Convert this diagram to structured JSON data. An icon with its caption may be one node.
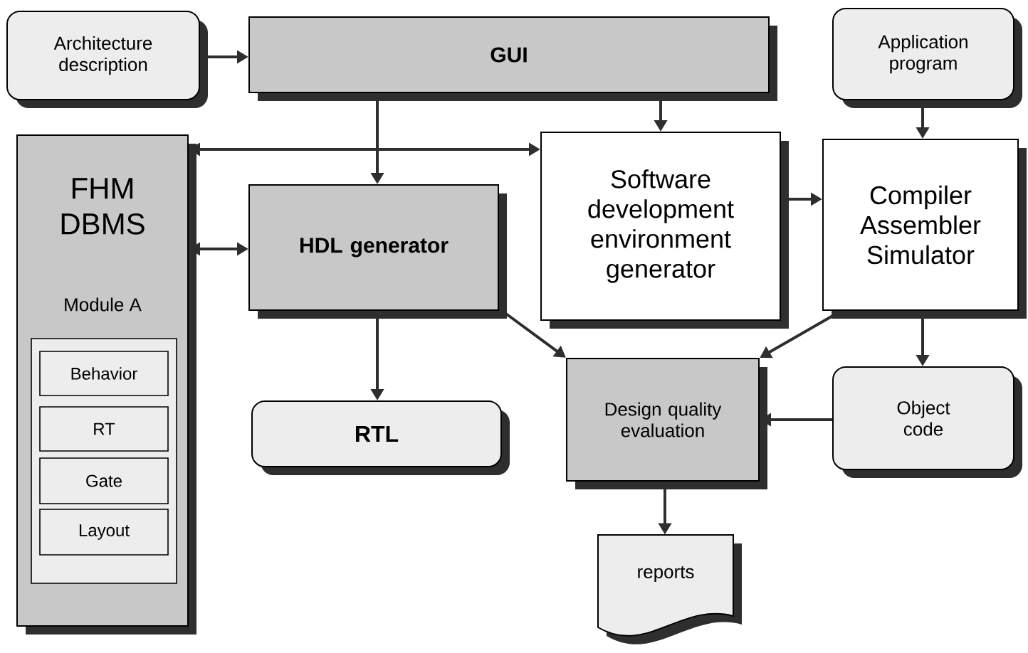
{
  "diagram": {
    "nodes": [
      {
        "text": [
          "Architecture description"
        ]
      },
      {
        "text": [
          "GUI"
        ]
      },
      {
        "text": [
          "Application program"
        ]
      },
      {
        "text": [
          "FHM DBMS",
          "Module A"
        ]
      },
      {
        "text": [
          "Behavior"
        ],
        "in": 3
      },
      {
        "text": [
          "RT"
        ],
        "in": 3
      },
      {
        "text": [
          "Gate"
        ],
        "in": 3
      },
      {
        "text": [
          "Layout"
        ],
        "in": 3
      },
      {
        "text": [
          "HDL generator"
        ]
      },
      {
        "text": [
          "Software development environment generator"
        ]
      },
      {
        "text": [
          "Compiler Assembler Simulator"
        ]
      },
      {
        "text": [
          "RTL"
        ]
      },
      {
        "text": [
          "Design quality evaluation"
        ]
      },
      {
        "text": [
          "Object code"
        ]
      },
      {
        "text": [
          "reports"
        ]
      }
    ],
    "edges": [
      {
        "from": 0,
        "to": 1,
        "arrow": "to"
      },
      {
        "from": 1,
        "to": 8,
        "arrow": "to"
      },
      {
        "from": 1,
        "to": 9,
        "arrow": "to"
      },
      {
        "from": 3,
        "to": 9,
        "arrow": "both"
      },
      {
        "from": 3,
        "to": 8,
        "arrow": "both"
      },
      {
        "from": 2,
        "to": 10,
        "arrow": "to"
      },
      {
        "from": 9,
        "to": 10,
        "arrow": "to"
      },
      {
        "from": 8,
        "to": 11,
        "arrow": "to"
      },
      {
        "from": 8,
        "to": 12,
        "arrow": "to"
      },
      {
        "from": 10,
        "to": 12,
        "arrow": "to"
      },
      {
        "from": 10,
        "to": 13,
        "arrow": "to"
      },
      {
        "from": 13,
        "to": 12,
        "arrow": "to"
      },
      {
        "from": 12,
        "to": 14,
        "arrow": "to"
      }
    ]
  }
}
